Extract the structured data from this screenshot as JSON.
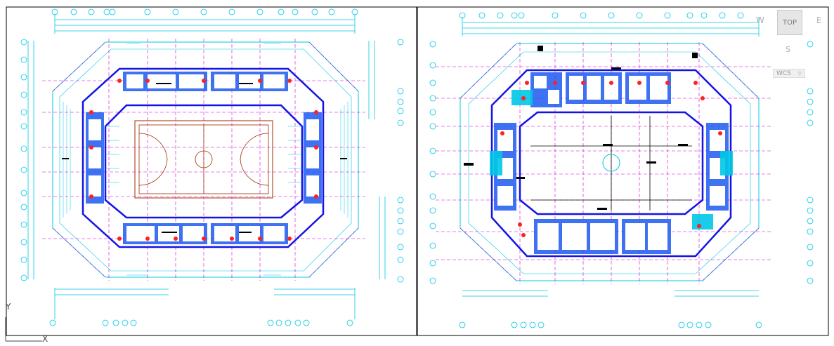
{
  "viewcube": {
    "top_label": "TOP",
    "west_label": "W",
    "east_label": "E",
    "south_label": "S"
  },
  "wcs": {
    "label": "WCS",
    "caret": "▽"
  },
  "ucs": {
    "y_label": "Y",
    "x_label": "X"
  },
  "colors": {
    "background": "#ffffff",
    "frame": "#000000",
    "wall": "#1414e6",
    "annotation": "#00c8e6",
    "grid": "#d200d2",
    "column": "#ff2020",
    "court": "#a02800",
    "text_block": "#000000"
  }
}
